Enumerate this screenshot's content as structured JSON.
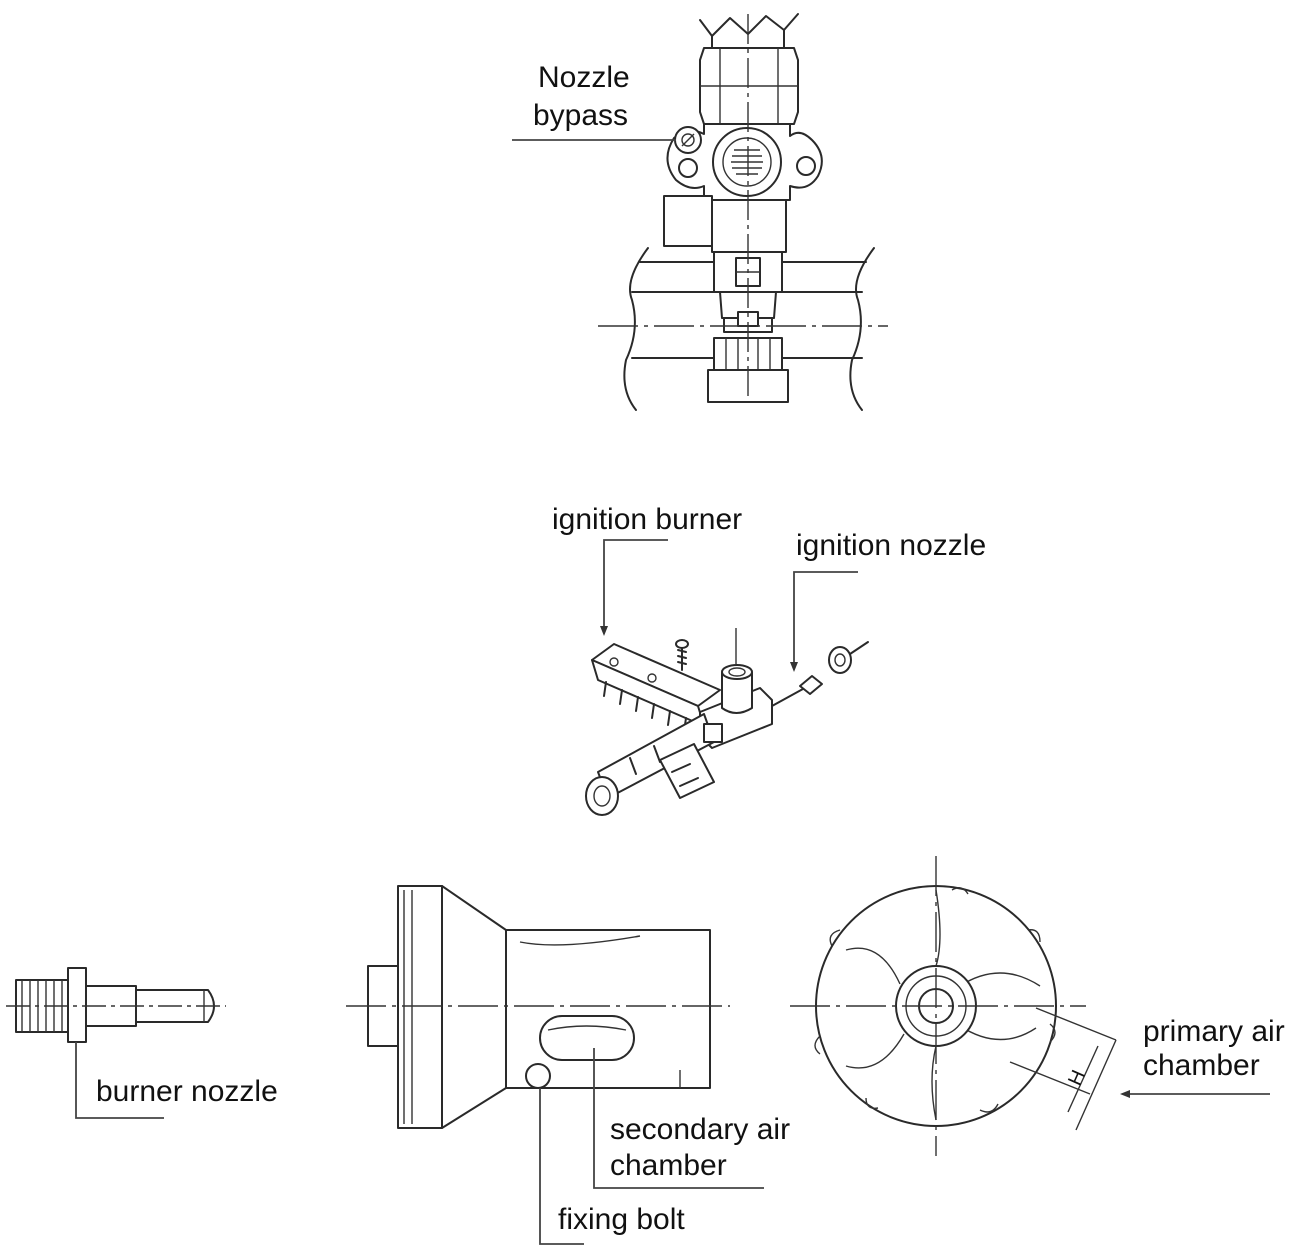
{
  "labels": {
    "nozzle_bypass_line1": "Nozzle",
    "nozzle_bypass_line2": "bypass",
    "ignition_burner": "ignition burner",
    "ignition_nozzle": "ignition nozzle",
    "burner_nozzle": "burner nozzle",
    "secondary_air_line1": "secondary air",
    "secondary_air_line2": "chamber",
    "fixing_bolt": "fixing bolt",
    "primary_air_line1": "primary air",
    "primary_air_line2": "chamber",
    "dimension_mark": "H"
  },
  "colors": {
    "line": "#2a2a2a",
    "text": "#111111",
    "background": "#ffffff"
  }
}
